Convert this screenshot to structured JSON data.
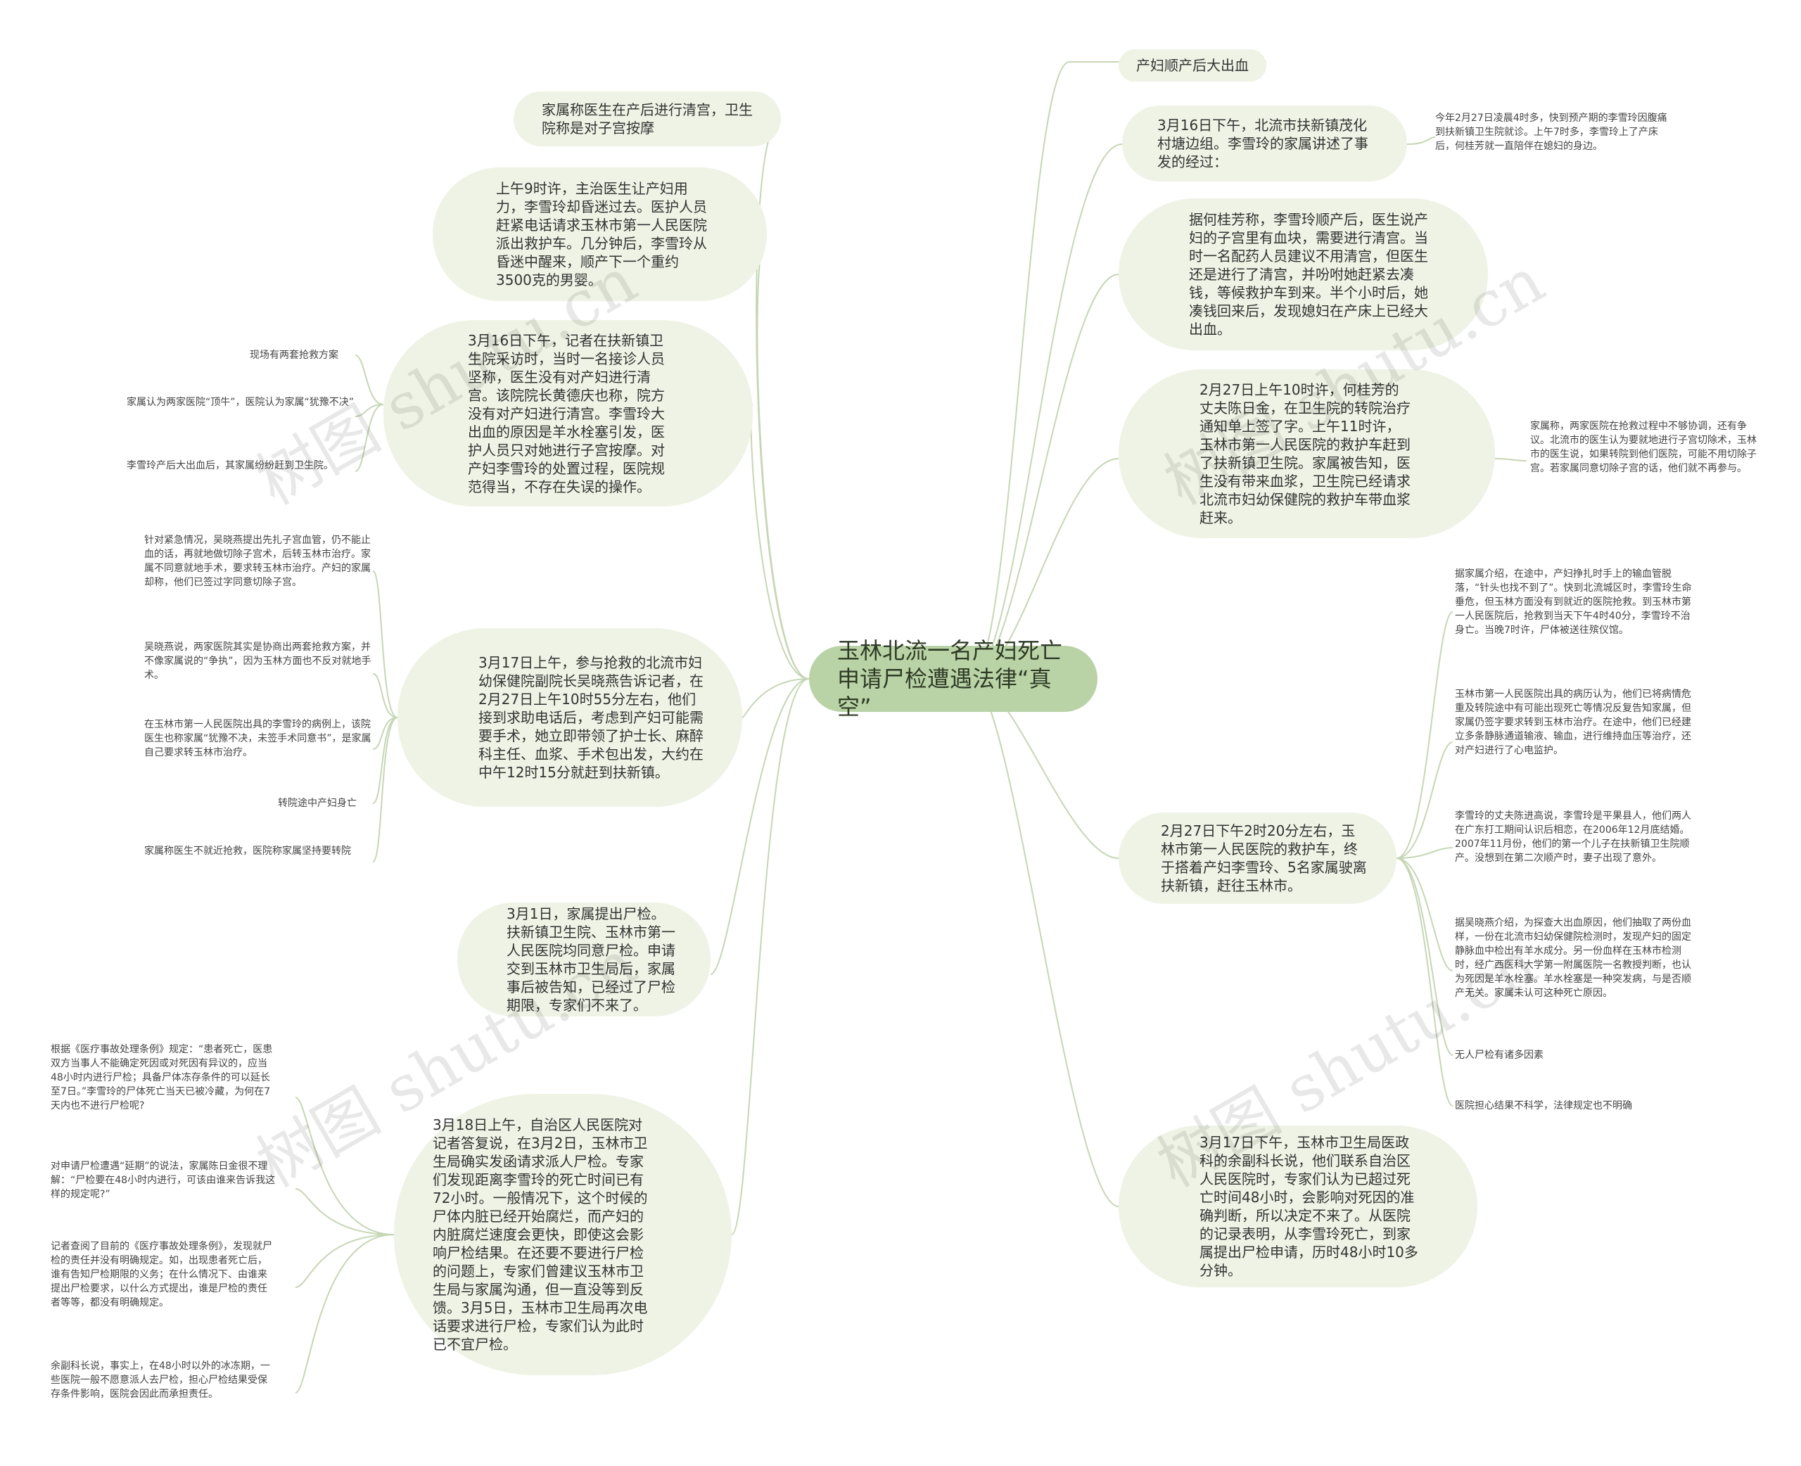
{
  "root": {
    "text": "玉林北流一名产妇死亡申请尸检遭遇法律“真空”"
  },
  "left": {
    "b1": {
      "text": "家属称医生在产后进行清宫，卫生院称是对子宫按摩"
    },
    "b2": {
      "text": "上午9时许，主治医生让产妇用力，李雪玲却昏迷过去。医护人员赶紧电话请求玉林市第一人民医院派出救护车。几分钟后，李雪玲从昏迷中醒来，顺产下一个重约3500克的男婴。"
    },
    "b3": {
      "text": "3月16日下午，记者在扶新镇卫生院采访时，当时一名接诊人员坚称，医生没有对产妇进行清宫。该院院长黄德庆也称，院方没有对产妇进行清宫。李雪玲大出血的原因是羊水栓塞引发，医护人员只对她进行子宫按摩。对产妇李雪玲的处置过程，医院规范得当，不存在失误的操作。",
      "leaves": [
        "现场有两套抢救方案",
        "家属认为两家医院“顶牛”，医院认为家属“犹豫不决”",
        "李雪玲产后大出血后，其家属纷纷赶到卫生院。"
      ]
    },
    "b4": {
      "text": "3月17日上午，参与抢救的北流市妇幼保健院副院长吴晓燕告诉记者，在2月27日上午10时55分左右，他们接到求助电话后，考虑到产妇可能需要手术，她立即带领了护士长、麻醉科主任、血浆、手术包出发，大约在中午12时15分就赶到扶新镇。",
      "leaves": [
        "针对紧急情况，吴晓燕提出先扎子宫血管，仍不能止血的话，再就地做切除子宫术，后转玉林市治疗。家属不同意就地手术，要求转玉林市治疗。产妇的家属却称，他们已签过字同意切除子宫。",
        "吴晓燕说，两家医院其实是协商出两套抢救方案，并不像家属说的“争执”，因为玉林方面也不反对就地手术。",
        "在玉林市第一人民医院出具的李雪玲的病例上，该院医生也称家属“犹豫不决，未签手术同意书”，是家属自己要求转玉林市治疗。",
        "转院途中产妇身亡",
        "家属称医生不就近抢救，医院称家属坚持要转院"
      ]
    },
    "b5": {
      "text": "3月1日，家属提出尸检。扶新镇卫生院、玉林市第一人民医院均同意尸检。申请交到玉林市卫生局后，家属事后被告知，已经过了尸检期限，专家们不来了。"
    },
    "b6": {
      "text": "3月18日上午，自治区人民医院对记者答复说，在3月2日，玉林市卫生局确实发函请求派人尸检。专家们发现距离李雪玲的死亡时间已有72小时。一般情况下，这个时候的尸体内脏已经开始腐烂，而产妇的内脏腐烂速度会更快，即使这会影响尸检结果。在还要不要进行尸检的问题上，专家们曾建议玉林市卫生局与家属沟通，但一直没等到反馈。3月5日，玉林市卫生局再次电话要求进行尸检，专家们认为此时已不宜尸检。",
      "leaves": [
        "根据《医疗事故处理条例》规定：“患者死亡，医患双方当事人不能确定死因或对死因有异议的，应当48小时内进行尸检；具备尸体冻存条件的可以延长至7日。”李雪玲的尸体死亡当天已被冷藏，为何在7天内也不进行尸检呢?",
        "对申请尸检遭遇“延期”的说法，家属陈日金很不理解：“尸检要在48小时内进行，可该由谁来告诉我这样的规定呢?”",
        "记者查阅了目前的《医疗事故处理条例》，发现就尸检的责任并没有明确规定。如，出现患者死亡后，谁有告知尸检期限的义务；在什么情况下、由谁来提出尸检要求，以什么方式提出，谁是尸检的责任者等等，都没有明确规定。",
        "余副科长说，事实上，在48小时以外的冰冻期，一些医院一般不愿意派人去尸检，担心尸检结果受保存条件影响，医院会因此而承担责任。"
      ]
    }
  },
  "right": {
    "b1": {
      "text": "产妇顺产后大出血"
    },
    "b2": {
      "text": "3月16日下午，北流市扶新镇茂化村塘边组。李雪玲的家属讲述了事发的经过：",
      "leaves": [
        "今年2月27日凌晨4时多，快到预产期的李雪玲因腹痛到扶新镇卫生院就诊。上午7时多，李雪玲上了产床后，何桂芳就一直陪伴在媳妇的身边。"
      ]
    },
    "b3": {
      "text": "据何桂芳称，李雪玲顺产后，医生说产妇的子宫里有血块，需要进行清宫。当时一名配药人员建议不用清宫，但医生还是进行了清宫，并吩咐她赶紧去凑钱，等候救护车到来。半个小时后，她凑钱回来后，发现媳妇在产床上已经大出血。"
    },
    "b4": {
      "text": "2月27日上午10时许，何桂芳的丈夫陈日金，在卫生院的转院治疗通知单上签了字。上午11时许，玉林市第一人民医院的救护车赶到了扶新镇卫生院。家属被告知，医生没有带来血浆，卫生院已经请求北流市妇幼保健院的救护车带血浆赶来。",
      "leaves": [
        "家属称，两家医院在抢救过程中不够协调，还有争议。北流市的医生认为要就地进行子宫切除术，玉林市的医生说，如果转院到他们医院，可能不用切除子宫。若家属同意切除子宫的话，他们就不再参与。"
      ]
    },
    "b5": {
      "text": "2月27日下午2时20分左右，玉林市第一人民医院的救护车，终于搭着产妇李雪玲、5名家属驶离扶新镇，赶往玉林市。",
      "leaves": [
        "据家属介绍，在途中，产妇挣扎时手上的输血管脱落，“针头也找不到了”。快到北流城区时，李雪玲生命垂危，但玉林方面没有到就近的医院抢救。到玉林市第一人民医院后，抢救到当天下午4时40分，李雪玲不治身亡。当晚7时许，尸体被送往殡仪馆。",
        "玉林市第一人民医院出具的病历认为，他们已将病情危重及转院途中有可能出现死亡等情况反复告知家属，但家属仍签字要求转到玉林市治疗。在途中，他们已经建立多条静脉通道输液、输血，进行维持血压等治疗，还对产妇进行了心电监护。",
        "李雪玲的丈夫陈进高说，李雪玲是平果县人，他们两人在广东打工期间认识后相恋，在2006年12月底结婚。2007年11月份，他们的第一个儿子在扶新镇卫生院顺产。没想到在第二次顺产时，妻子出现了意外。",
        "据吴晓燕介绍，为探查大出血原因，他们抽取了两份血样，一份在北流市妇幼保健院检测时，发现产妇的固定静脉血中检出有羊水成分。另一份血样在玉林市检测时，经广西医科大学第一附属医院一名教授判断，也认为死因是羊水栓塞。羊水栓塞是一种突发病，与是否顺产无关。家属未认可这种死亡原因。",
        "无人尸检有诸多因素",
        "医院担心结果不科学，法律规定也不明确"
      ]
    },
    "b6": {
      "text": "3月17日下午，玉林市卫生局医政科的余副科长说，他们联系自治区人民医院时，专家们认为已超过死亡时间48小时，会影响对死因的准确判断，所以决定不来了。从医院的记录表明，从李雪玲死亡，到家属提出尸检申请，历时48小时10多分钟。"
    }
  },
  "watermark": {
    "text": "树图 shutu.cn"
  },
  "colors": {
    "root": "#b9d3a6",
    "node": "#eef3e5",
    "line": "#c6d6b5"
  }
}
